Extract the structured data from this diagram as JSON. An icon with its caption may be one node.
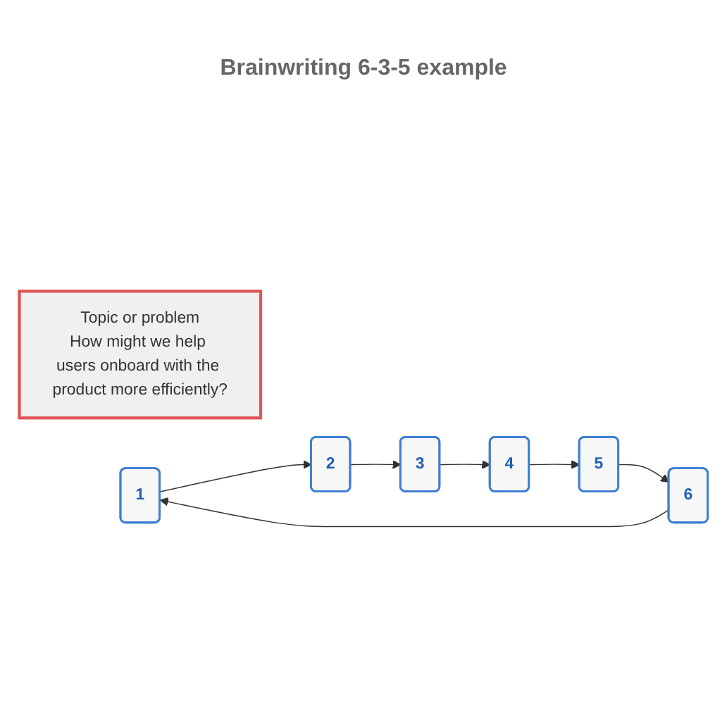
{
  "diagram": {
    "title": "Brainwriting 6-3-5 example",
    "nodes": [
      {
        "text": [
          "Topic or problem",
          "How might we help users onboard with the product more efficiently?"
        ]
      },
      {
        "text": [
          "1"
        ]
      },
      {
        "text": [
          "2"
        ]
      },
      {
        "text": [
          "3"
        ]
      },
      {
        "text": [
          "4"
        ]
      },
      {
        "text": [
          "5"
        ]
      },
      {
        "text": [
          "6"
        ]
      }
    ],
    "edges": [
      {
        "from": 1,
        "to": 2,
        "arrow": "to"
      },
      {
        "from": 2,
        "to": 3,
        "arrow": "to"
      },
      {
        "from": 3,
        "to": 4,
        "arrow": "to"
      },
      {
        "from": 4,
        "to": 5,
        "arrow": "to"
      },
      {
        "from": 5,
        "to": 6,
        "arrow": "to"
      },
      {
        "from": 6,
        "to": 1,
        "arrow": "to"
      }
    ]
  }
}
